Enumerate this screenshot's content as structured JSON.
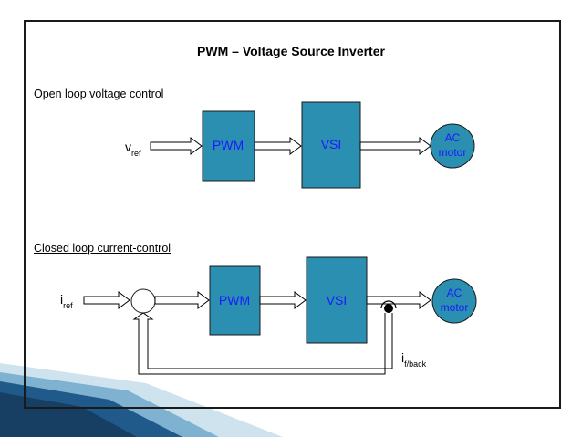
{
  "title": "PWM – Voltage Source Inverter",
  "open_loop": {
    "label": "Open loop voltage control",
    "input": {
      "main": "v",
      "sub": "ref"
    },
    "pwm": "PWM",
    "vsi": "VSI",
    "motor": [
      "AC",
      "motor"
    ]
  },
  "closed_loop": {
    "label": "Closed loop current-control",
    "input": {
      "main": "i",
      "sub": "ref"
    },
    "pwm": "PWM",
    "vsi": "VSI",
    "motor": [
      "AC",
      "motor"
    ],
    "feedback": {
      "main": "i",
      "sub": "f/back"
    }
  },
  "colors": {
    "block_fill": "#2a8fb0",
    "block_text": "#1a1aff",
    "motor_fill": "#2a8fb0",
    "slide_accent": "#1f5a8a"
  }
}
